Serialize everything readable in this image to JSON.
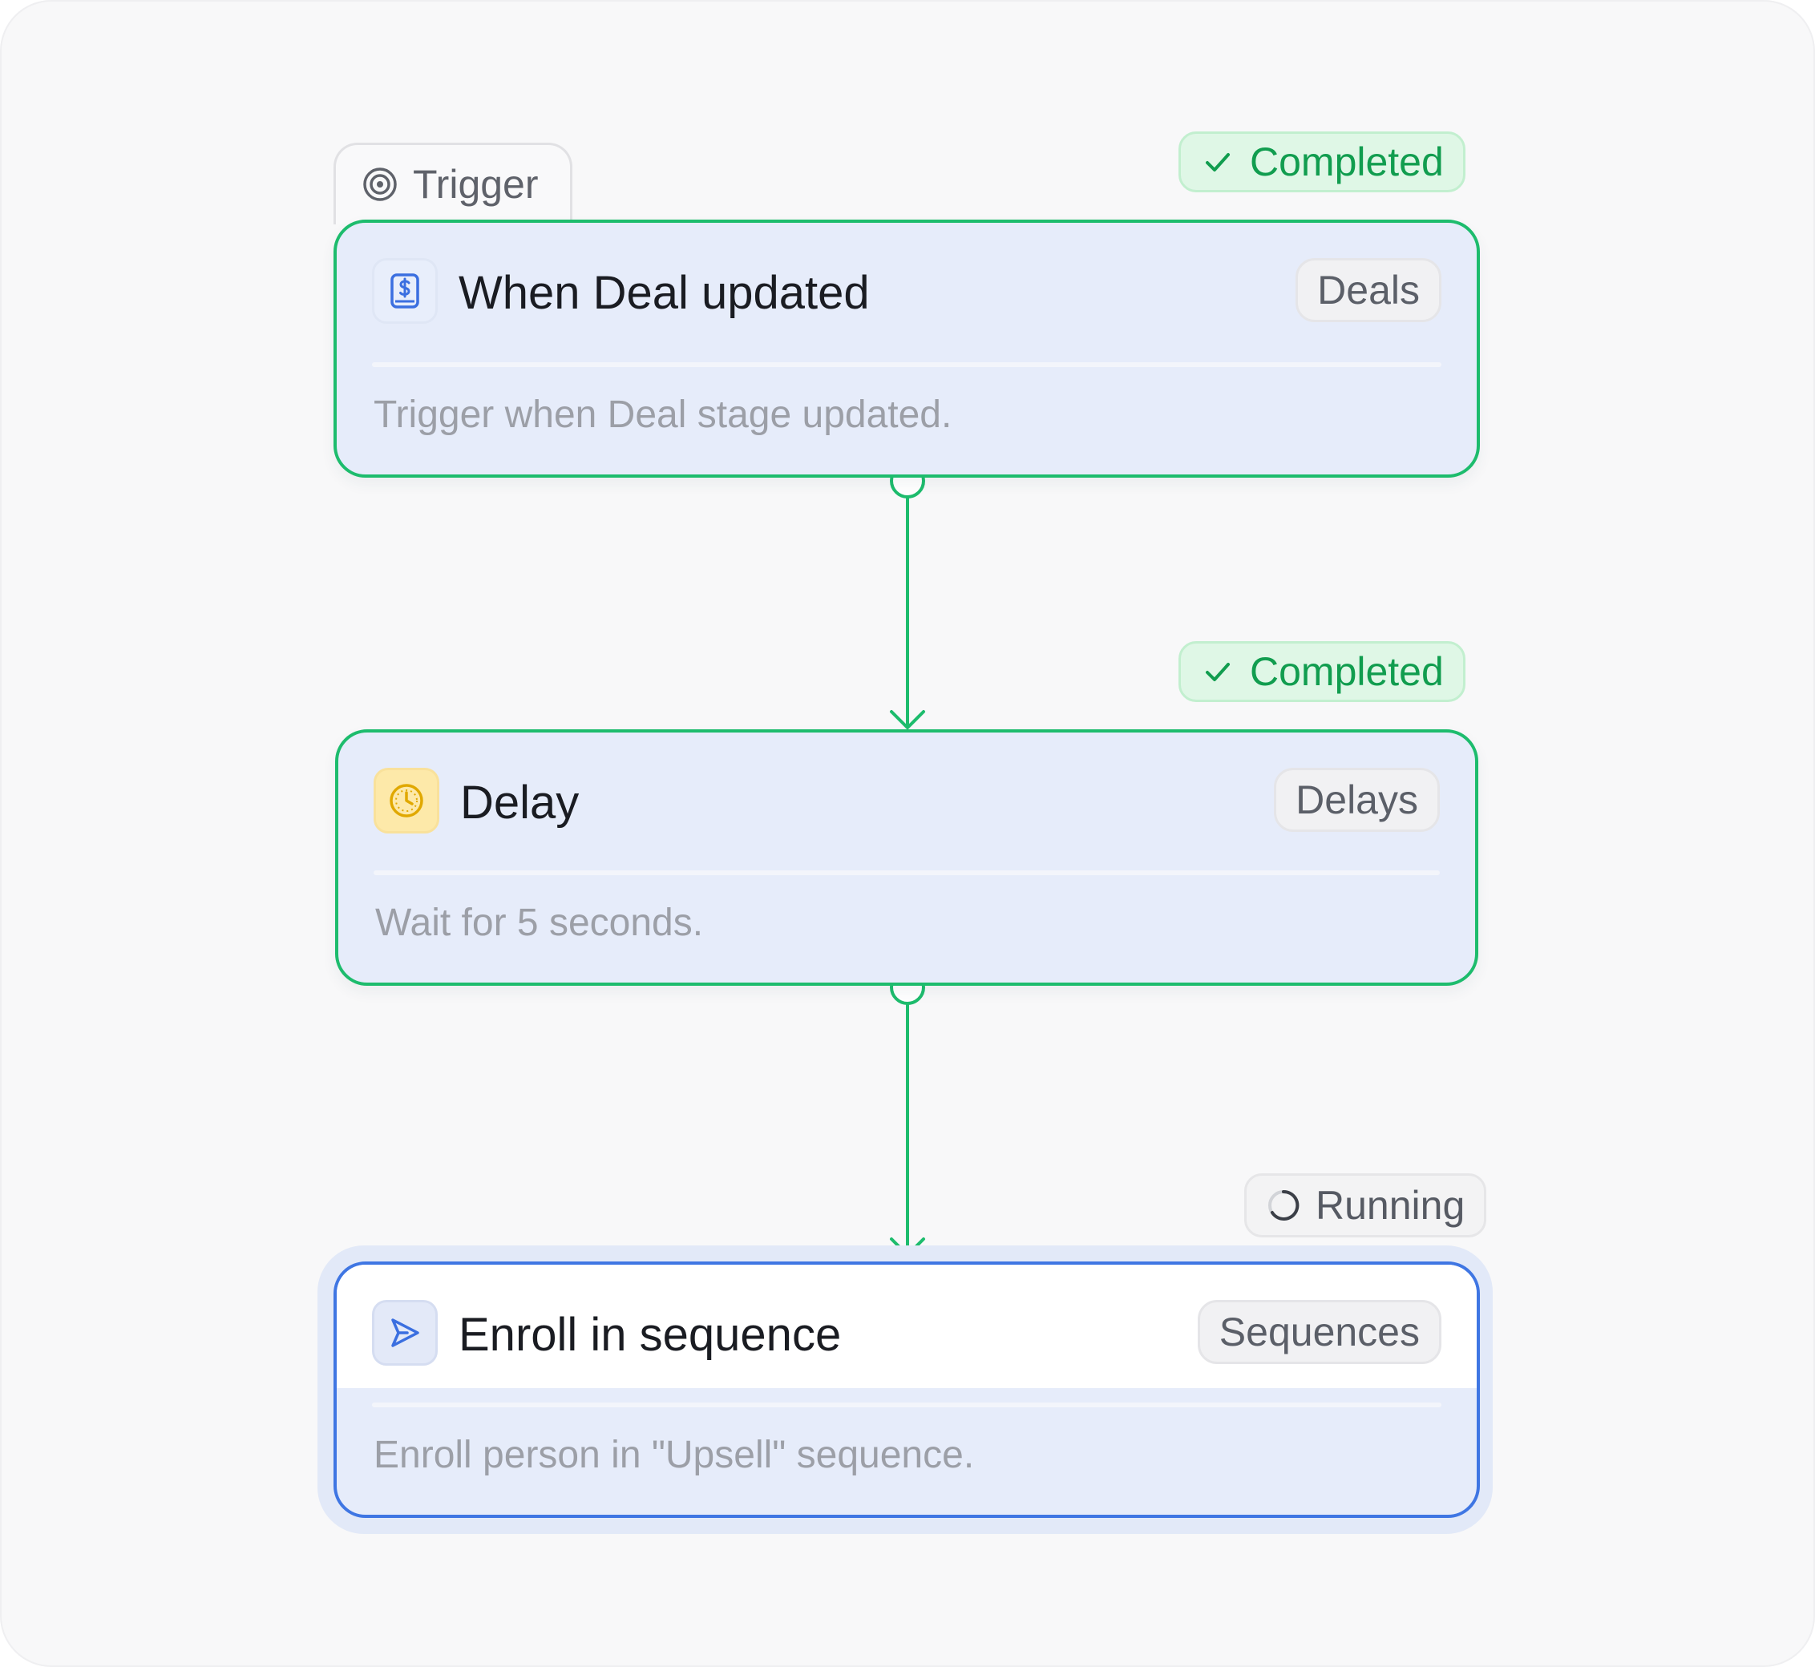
{
  "trigger_tab": {
    "label": "Trigger",
    "icon": "target-icon"
  },
  "colors": {
    "success": "#1dbc6d",
    "running": "#3f76e3",
    "node_fill": "#e6ecfa",
    "canvas": "#f8f8f9"
  },
  "nodes": [
    {
      "status": "Completed",
      "icon": "dollar-document-icon",
      "title": "When Deal updated",
      "category": "Deals",
      "description": "Trigger when Deal stage updated."
    },
    {
      "status": "Completed",
      "icon": "clock-icon",
      "title": "Delay",
      "category": "Delays",
      "description": "Wait for 5 seconds."
    },
    {
      "status": "Running",
      "icon": "send-icon",
      "title": "Enroll in sequence",
      "category": "Sequences",
      "description": "Enroll person in \"Upsell\" sequence."
    }
  ]
}
